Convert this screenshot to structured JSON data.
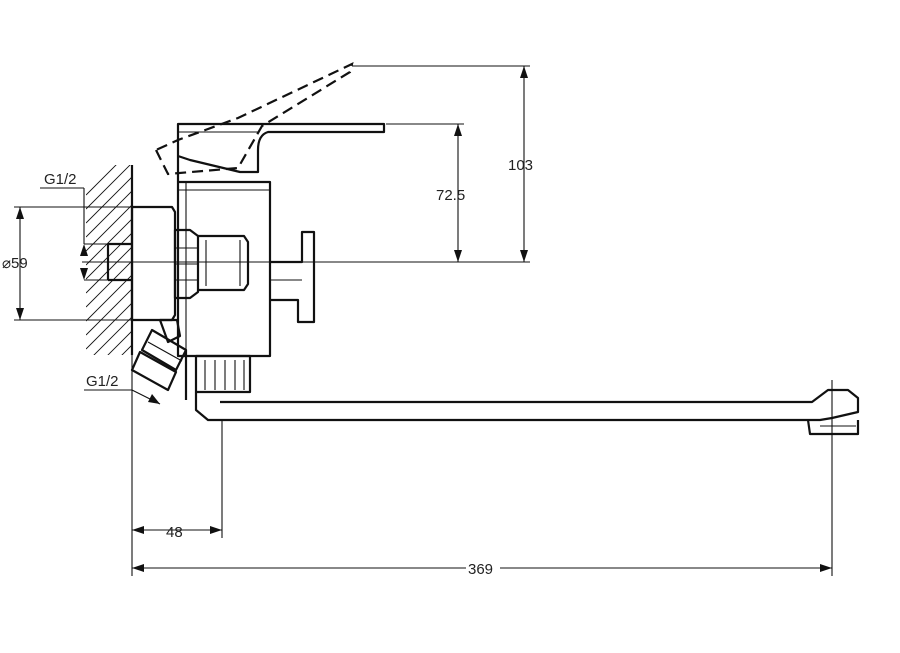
{
  "dimensions": {
    "lever_rise": "103",
    "lever_height": "72.5",
    "flange_diameter": "⌀59",
    "thread_top": "G1/2",
    "thread_side": "G1/2",
    "body_offset": "48",
    "total_reach": "369"
  }
}
